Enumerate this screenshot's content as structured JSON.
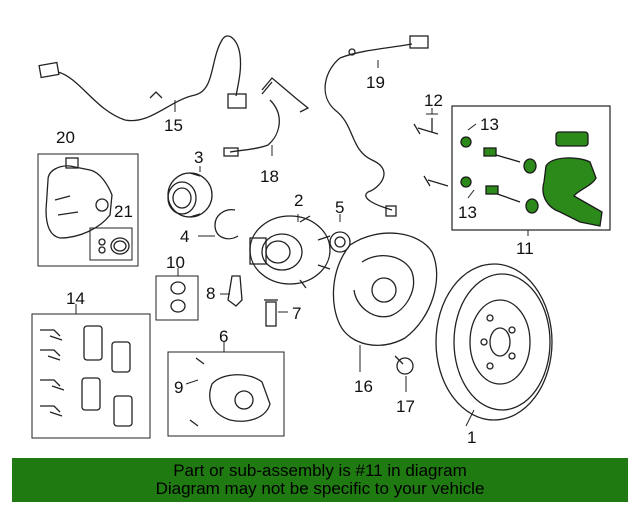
{
  "callouts": {
    "c1": "1",
    "c2": "2",
    "c3": "3",
    "c4": "4",
    "c5": "5",
    "c6": "6",
    "c7": "7",
    "c8": "8",
    "c9": "9",
    "c10": "10",
    "c11": "11",
    "c12": "12",
    "c13a": "13",
    "c13b": "13",
    "c14": "14",
    "c15": "15",
    "c16": "16",
    "c17": "17",
    "c18": "18",
    "c19": "19",
    "c20": "20",
    "c21": "21"
  },
  "highlight_color": "#1f7a12",
  "banner": {
    "line1": "Part or sub-assembly is #11 in diagram",
    "line2": "Diagram may not be specific to your vehicle"
  }
}
